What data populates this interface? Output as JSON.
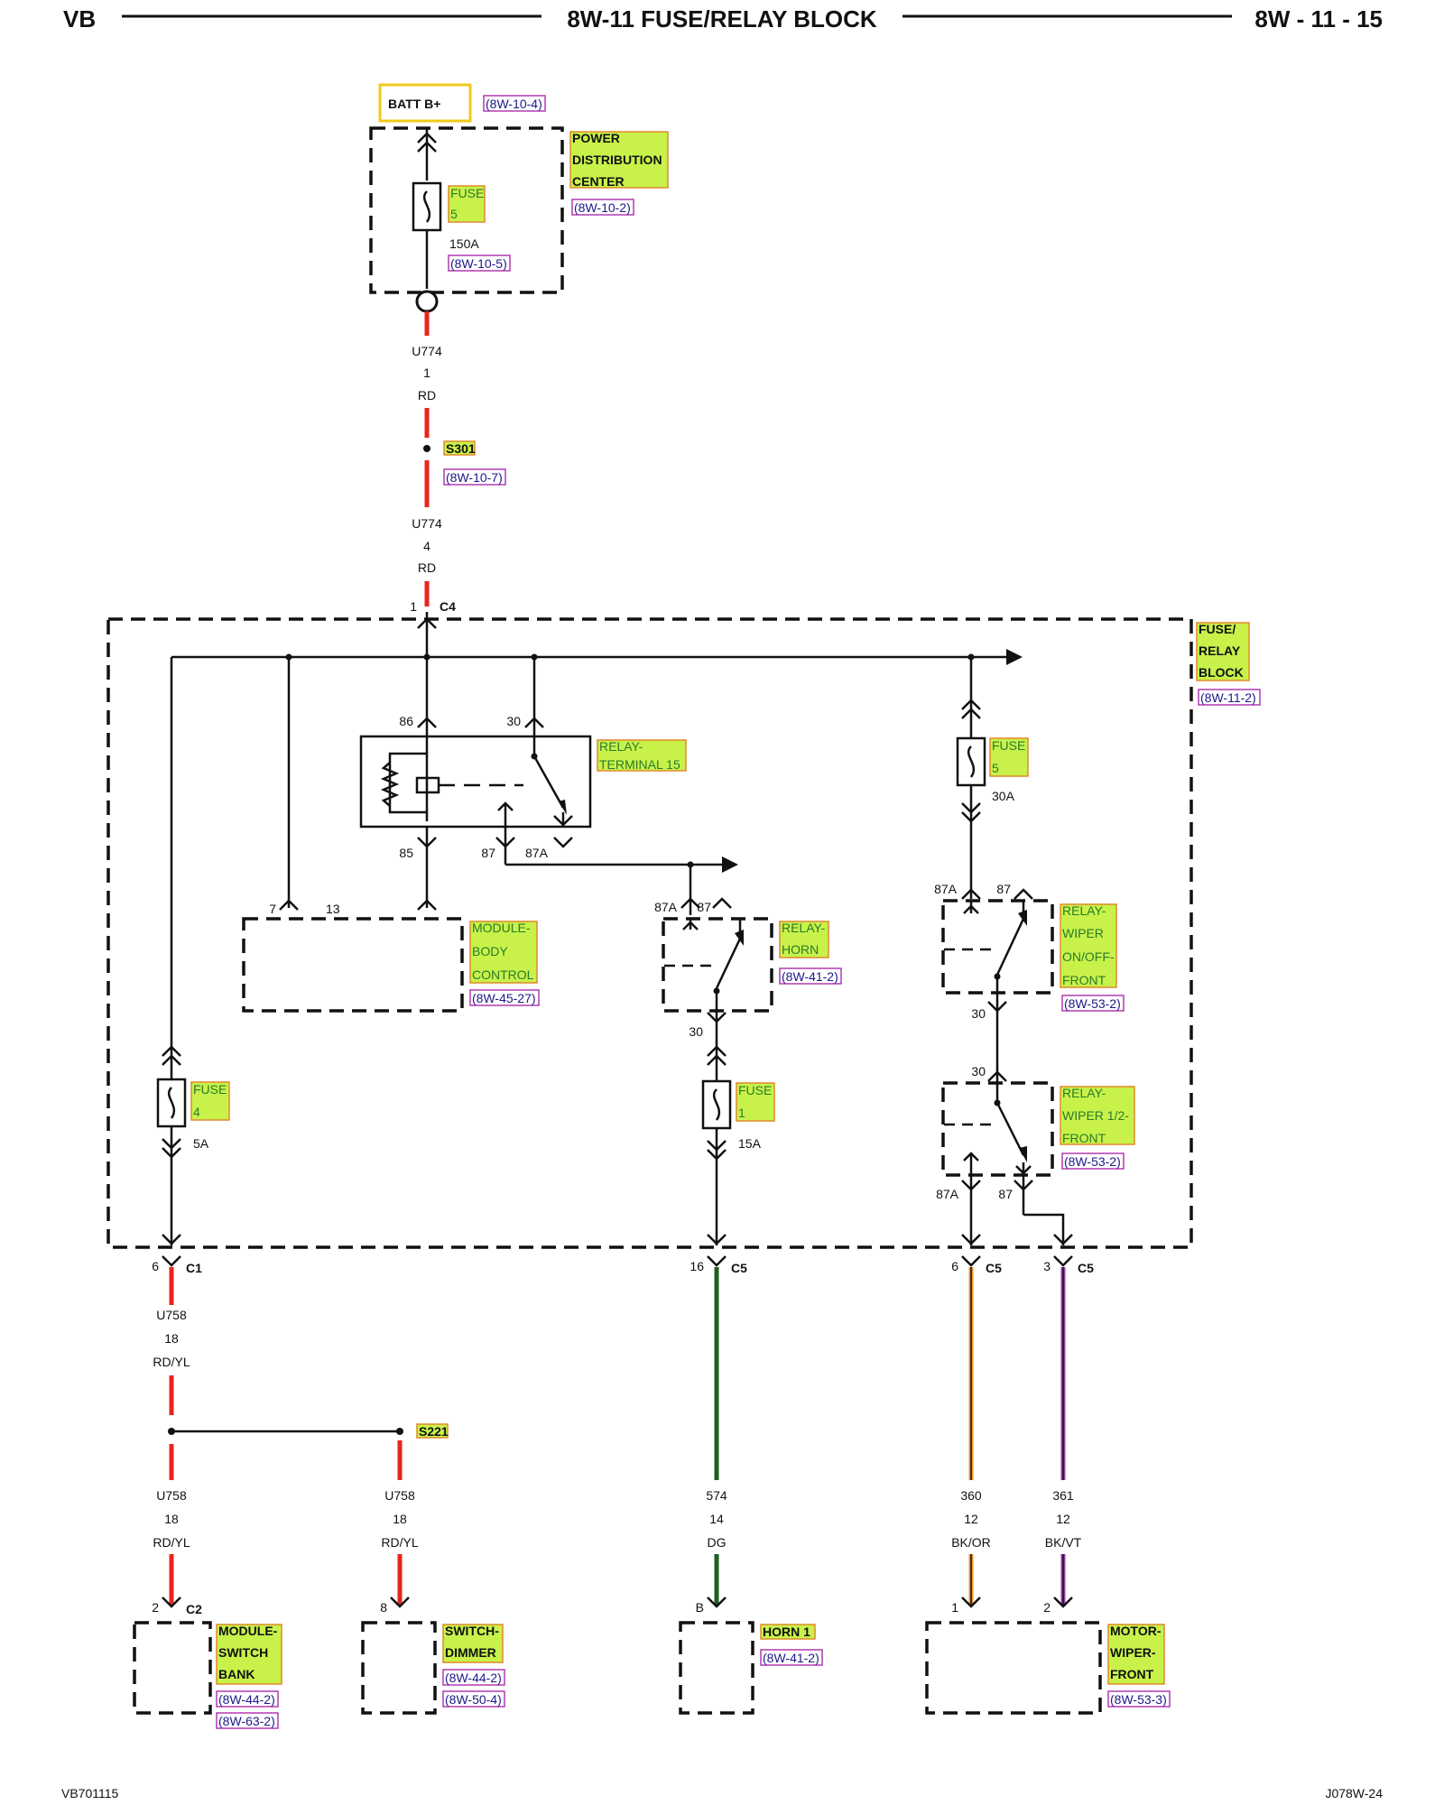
{
  "header": {
    "left": "VB",
    "title": "8W-11 FUSE/RELAY BLOCK",
    "right": "8W - 11 - 15"
  },
  "footer": {
    "left": "VB701115",
    "right": "J078W-24"
  },
  "batt": {
    "label": "BATT B+",
    "ref": "(8W-10-4)"
  },
  "pdc": {
    "line1": "POWER",
    "line2": "DISTRIBUTION",
    "line3": "CENTER",
    "ref": "(8W-10-2)"
  },
  "fuse5_pdc": {
    "line1": "FUSE",
    "line2": "5",
    "rating": "150A",
    "ref": "(8W-10-5)"
  },
  "wire_u774_top": {
    "circuit": "U774",
    "gauge": "1",
    "color": "RD"
  },
  "splice_s301": {
    "label": "S301",
    "ref": "(8W-10-7)"
  },
  "wire_u774_bot": {
    "circuit": "U774",
    "gauge": "4",
    "color": "RD"
  },
  "conn_c4": {
    "pin": "1",
    "name": "C4"
  },
  "frb": {
    "line1": "FUSE/",
    "line2": "RELAY",
    "line3": "BLOCK",
    "ref": "(8W-11-2)"
  },
  "relay_t15": {
    "line1": "RELAY-",
    "line2": "TERMINAL 15",
    "pin86": "86",
    "pin30": "30",
    "pin85": "85",
    "pin87": "87",
    "pin87a": "87A"
  },
  "fuse5_frb": {
    "line1": "FUSE",
    "line2": "5",
    "rating": "30A"
  },
  "bcm": {
    "line1": "MODULE-",
    "line2": "BODY",
    "line3": "CONTROL",
    "ref": "(8W-45-27)",
    "pin7": "7",
    "pin13": "13"
  },
  "relay_horn": {
    "line1": "RELAY-",
    "line2": "HORN",
    "ref": "(8W-41-2)",
    "pin87a": "87A",
    "pin87": "87",
    "pin30": "30"
  },
  "relay_wiper_onoff": {
    "line1": "RELAY-",
    "line2": "WIPER",
    "line3": "ON/OFF-",
    "line4": "FRONT",
    "ref": "(8W-53-2)",
    "pin87a": "87A",
    "pin87": "87",
    "pin30": "30"
  },
  "relay_wiper_half": {
    "line1": "RELAY-",
    "line2": "WIPER 1/2-",
    "line3": "FRONT",
    "ref": "(8W-53-2)",
    "pin30": "30",
    "pin87a": "87A",
    "pin87": "87"
  },
  "fuse4": {
    "line1": "FUSE",
    "line2": "4",
    "rating": "5A"
  },
  "fuse1": {
    "line1": "FUSE",
    "line2": "1",
    "rating": "15A"
  },
  "conn_c1": {
    "pin": "6",
    "name": "C1"
  },
  "conn_c5a": {
    "pin": "16",
    "name": "C5"
  },
  "conn_c5b": {
    "pin": "6",
    "name": "C5"
  },
  "conn_c5c": {
    "pin": "3",
    "name": "C5"
  },
  "wire_u758_top": {
    "circuit": "U758",
    "gauge": "18",
    "color": "RD/YL"
  },
  "splice_s221": {
    "label": "S221"
  },
  "wire_u758_left": {
    "circuit": "U758",
    "gauge": "18",
    "color": "RD/YL"
  },
  "wire_u758_right": {
    "circuit": "U758",
    "gauge": "18",
    "color": "RD/YL"
  },
  "wire_574": {
    "circuit": "574",
    "gauge": "14",
    "color": "DG"
  },
  "wire_360": {
    "circuit": "360",
    "gauge": "12",
    "color": "BK/OR"
  },
  "wire_361": {
    "circuit": "361",
    "gauge": "12",
    "color": "BK/VT"
  },
  "msb": {
    "line1": "MODULE-",
    "line2": "SWITCH",
    "line3": "BANK",
    "ref1": "(8W-44-2)",
    "ref2": "(8W-63-2)",
    "pin": "2",
    "conn": "C2"
  },
  "sw_dimmer": {
    "line1": "SWITCH-",
    "line2": "DIMMER",
    "ref1": "(8W-44-2)",
    "ref2": "(8W-50-4)",
    "pin": "8"
  },
  "horn1": {
    "label": "HORN 1",
    "ref": "(8W-41-2)",
    "pin": "B"
  },
  "motor_wiper": {
    "line1": "MOTOR-",
    "line2": "WIPER-",
    "line3": "FRONT",
    "ref": "(8W-53-3)",
    "pin1": "1",
    "pin2": "2"
  },
  "colors": {
    "rd": "#e8251c",
    "dg": "#1f5e1f",
    "orange": "#f0922a",
    "violet": "#9a3ab0",
    "highlight": "#c8f24a",
    "ref": "#1a1a8a"
  }
}
